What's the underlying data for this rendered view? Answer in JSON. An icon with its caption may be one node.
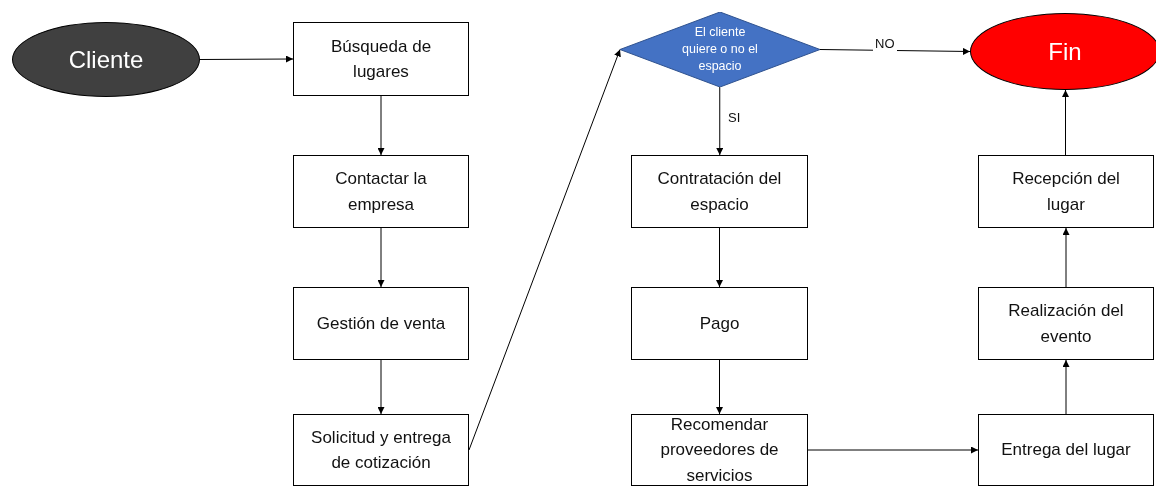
{
  "diagram": {
    "nodes": [
      {
        "text": [
          "Cliente"
        ]
      },
      {
        "text": [
          "Búsqueda de lugares"
        ]
      },
      {
        "text": [
          "Contactar la empresa"
        ]
      },
      {
        "text": [
          "Gestión de venta"
        ]
      },
      {
        "text": [
          "Solicitud y entrega de cotización"
        ]
      },
      {
        "text": [
          "El cliente quiere o no el espacio"
        ]
      },
      {
        "text": [
          "Fin"
        ]
      },
      {
        "text": [
          "Contratación del espacio"
        ]
      },
      {
        "text": [
          "Pago"
        ]
      },
      {
        "text": [
          "Recomendar proveedores de servicios"
        ]
      },
      {
        "text": [
          "Entrega del lugar"
        ]
      },
      {
        "text": [
          "Realización del evento"
        ]
      },
      {
        "text": [
          "Recepción del lugar"
        ]
      }
    ],
    "edges": [
      {
        "from": 0,
        "to": 1,
        "arrow": "to"
      },
      {
        "from": 1,
        "to": 2,
        "arrow": "to"
      },
      {
        "from": 2,
        "to": 3,
        "arrow": "to"
      },
      {
        "from": 3,
        "to": 4,
        "arrow": "to"
      },
      {
        "from": 4,
        "to": 5,
        "arrow": "to"
      },
      {
        "from": 5,
        "to": 6,
        "arrow": "to",
        "label": "NO"
      },
      {
        "from": 5,
        "to": 7,
        "arrow": "to",
        "label": "SI"
      },
      {
        "from": 7,
        "to": 8,
        "arrow": "to"
      },
      {
        "from": 8,
        "to": 9,
        "arrow": "to"
      },
      {
        "from": 9,
        "to": 10,
        "arrow": "to"
      },
      {
        "from": 10,
        "to": 11,
        "arrow": "to"
      },
      {
        "from": 11,
        "to": 12,
        "arrow": "to"
      },
      {
        "from": 12,
        "to": 6,
        "arrow": "to"
      }
    ]
  }
}
